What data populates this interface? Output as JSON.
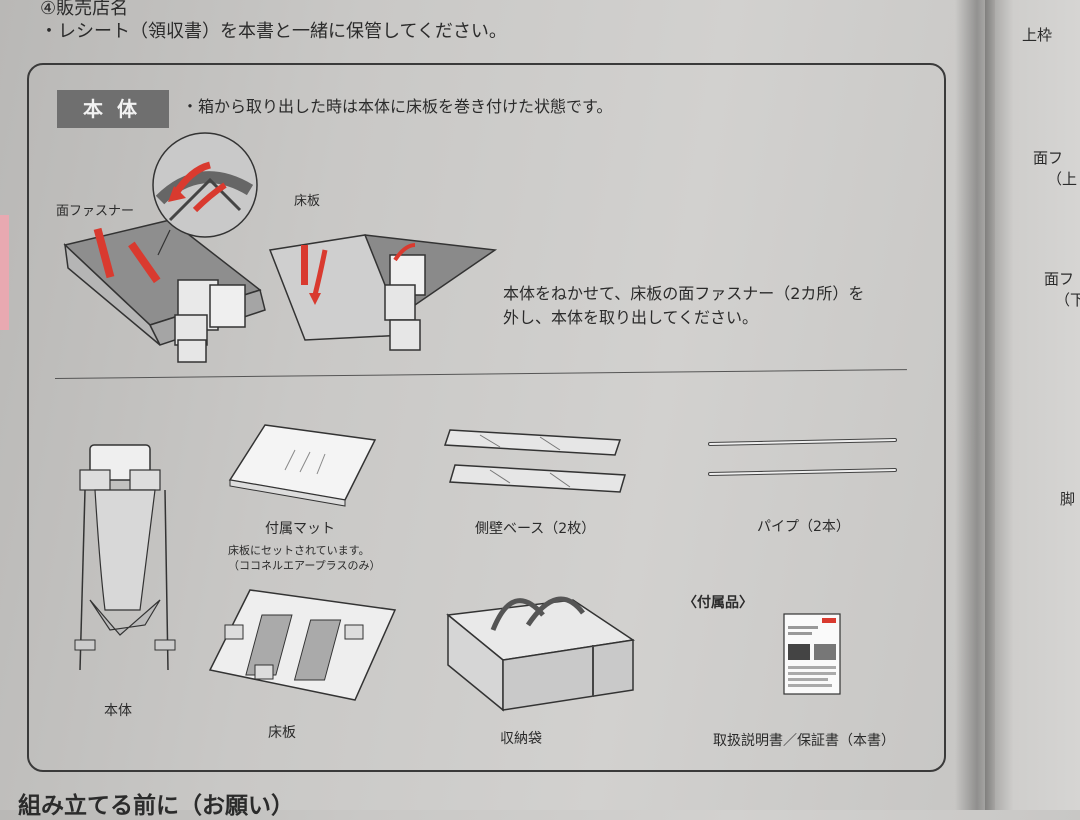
{
  "header": {
    "line1": "④販売店名",
    "line2": "・レシート（領収書）を本書と一緒に保管してください。"
  },
  "section_badge": "本体",
  "intro_text": "・箱から取り出した時は本体に床板を巻き付けた状態です。",
  "callouts": {
    "fastener": "面ファスナー",
    "floorboard": "床板"
  },
  "instruction": {
    "line1": "本体をねかせて、床板の面ファスナー（2カ所）を",
    "line2": "外し、本体を取り出してください。"
  },
  "parts": {
    "mat_label": "付属マット",
    "mat_note1": "床板にセットされています。",
    "mat_note2": "（ココネルエアープラスのみ）",
    "side_base": "側壁ベース（2枚）",
    "pipe": "パイプ（2本）",
    "accessories_title": "〈付属品〉",
    "body": "本体",
    "floorboard": "床板",
    "storage_bag": "収納袋",
    "manual": "取扱説明書／保証書（本書）"
  },
  "right_page": {
    "upper_frame": "上枠",
    "fastener_upper_a": "面フ",
    "fastener_upper_b": "（上",
    "fastener_lower_a": "面フ",
    "fastener_lower_b": "（下",
    "leg": "脚"
  },
  "bottom_title": "組み立てる前に（お願い）",
  "colors": {
    "arrow_red": "#d93a2f",
    "badge_gray": "#6f6f6f",
    "line": "#3a3a3a"
  }
}
